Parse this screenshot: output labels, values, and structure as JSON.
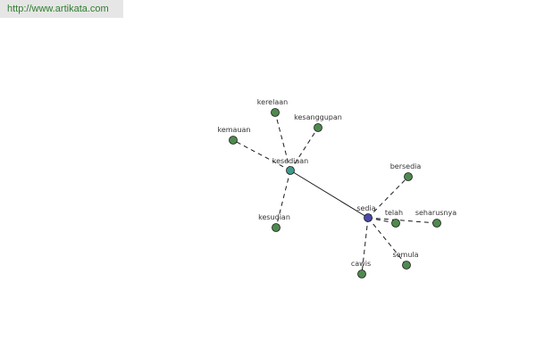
{
  "banner": {
    "url": "http://www.artikata.com"
  },
  "graph": {
    "colors": {
      "leaf": "#4e8a4e",
      "hub_kesediaan": "#3f9a8a",
      "hub_sedia": "#4a4aa8",
      "stroke": "#1a1a1a",
      "banner_text": "#2f7d2f"
    },
    "nodes": [
      {
        "id": "kesediaan",
        "label": "kesediaan",
        "kind": "hub_kesediaan"
      },
      {
        "id": "sedia",
        "label": "sedia",
        "kind": "hub_sedia"
      },
      {
        "id": "kerelaan",
        "label": "kerelaan",
        "kind": "leaf"
      },
      {
        "id": "kesanggupan",
        "label": "kesanggupan",
        "kind": "leaf"
      },
      {
        "id": "kemauan",
        "label": "kemauan",
        "kind": "leaf"
      },
      {
        "id": "kesudian",
        "label": "kesudian",
        "kind": "leaf"
      },
      {
        "id": "bersedia",
        "label": "bersedia",
        "kind": "leaf"
      },
      {
        "id": "telah",
        "label": "telah",
        "kind": "leaf"
      },
      {
        "id": "seharusnya",
        "label": "seharusnya",
        "kind": "leaf"
      },
      {
        "id": "semula",
        "label": "semula",
        "kind": "leaf"
      },
      {
        "id": "cawis",
        "label": "cawis",
        "kind": "leaf"
      }
    ],
    "edges": [
      {
        "from": "kesediaan",
        "to": "sedia",
        "style": "solid"
      },
      {
        "from": "kesediaan",
        "to": "kerelaan",
        "style": "dashed"
      },
      {
        "from": "kesediaan",
        "to": "kesanggupan",
        "style": "dashed"
      },
      {
        "from": "kesediaan",
        "to": "kemauan",
        "style": "dashed"
      },
      {
        "from": "kesediaan",
        "to": "kesudian",
        "style": "dashed"
      },
      {
        "from": "sedia",
        "to": "bersedia",
        "style": "dashed"
      },
      {
        "from": "sedia",
        "to": "telah",
        "style": "dashed"
      },
      {
        "from": "sedia",
        "to": "seharusnya",
        "style": "dashed"
      },
      {
        "from": "sedia",
        "to": "semula",
        "style": "dashed"
      },
      {
        "from": "sedia",
        "to": "cawis",
        "style": "dashed"
      }
    ]
  }
}
